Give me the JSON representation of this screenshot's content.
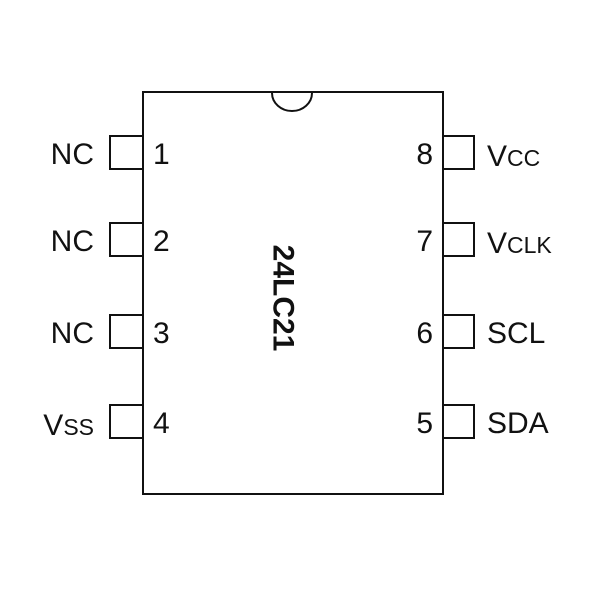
{
  "part": "24LC21",
  "pins": [
    {
      "number": "1",
      "name": "NC",
      "name_lead": "NC",
      "name_tail": "",
      "side": "left"
    },
    {
      "number": "2",
      "name": "NC",
      "name_lead": "NC",
      "name_tail": "",
      "side": "left"
    },
    {
      "number": "3",
      "name": "NC",
      "name_lead": "NC",
      "name_tail": "",
      "side": "left"
    },
    {
      "number": "4",
      "name": "Vss",
      "name_lead": "V",
      "name_tail": "SS",
      "side": "left"
    },
    {
      "number": "5",
      "name": "SDA",
      "name_lead": "SDA",
      "name_tail": "",
      "side": "right"
    },
    {
      "number": "6",
      "name": "SCL",
      "name_lead": "SCL",
      "name_tail": "",
      "side": "right"
    },
    {
      "number": "7",
      "name": "Vclk",
      "name_lead": "V",
      "name_tail": "CLK",
      "side": "right"
    },
    {
      "number": "8",
      "name": "Vcc",
      "name_lead": "V",
      "name_tail": "CC",
      "side": "right"
    }
  ]
}
